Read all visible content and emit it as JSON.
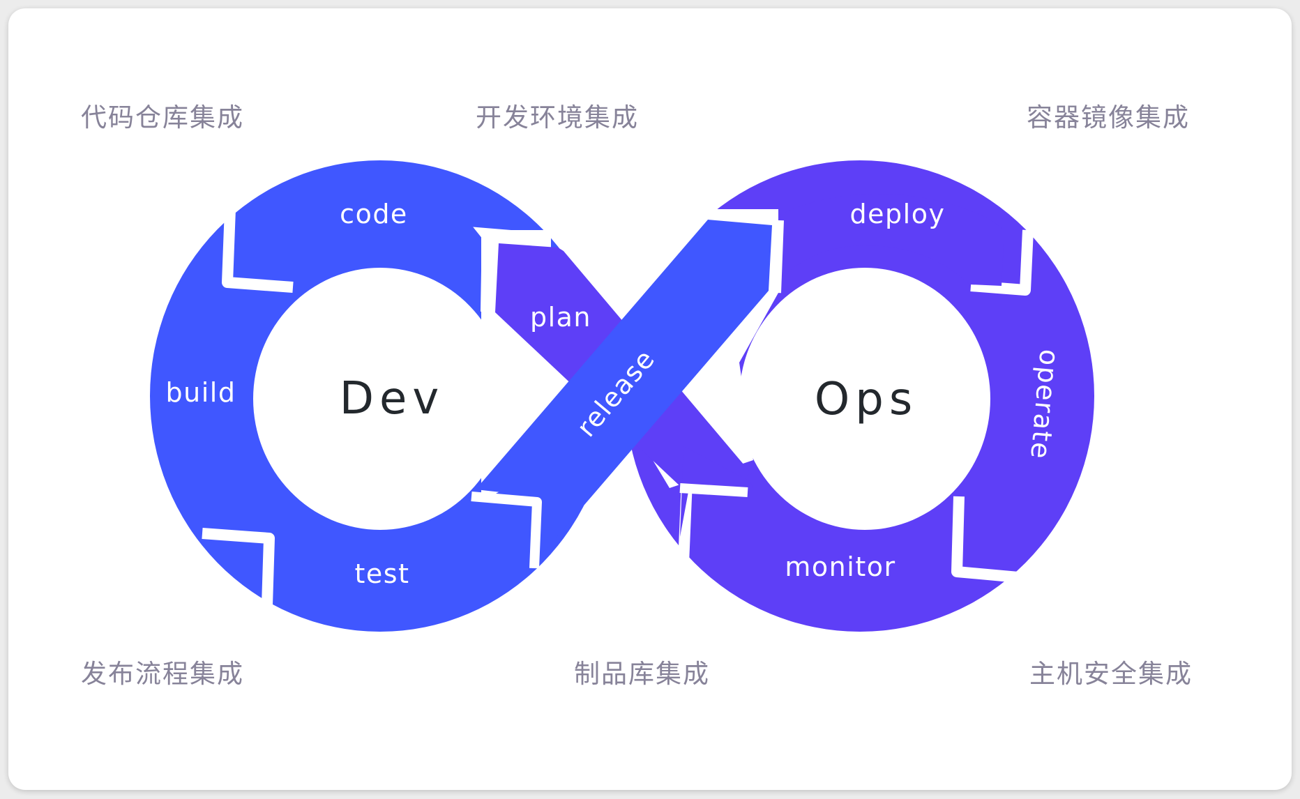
{
  "colors": {
    "dev_blue": "#4057ff",
    "ops_purple": "#5e3ff7",
    "label_gray": "#878399",
    "center_text": "#23282d"
  },
  "diagram": {
    "title_dev": "Dev",
    "title_ops": "Ops",
    "dev_segments": [
      "code",
      "build",
      "test"
    ],
    "cross_segments": [
      "plan",
      "release"
    ],
    "ops_segments": [
      "deploy",
      "operate",
      "monitor"
    ]
  },
  "integrations": {
    "top_left": "代码仓库集成",
    "top_center": "开发环境集成",
    "top_right": "容器镜像集成",
    "bottom_left": "发布流程集成",
    "bottom_center": "制品库集成",
    "bottom_right": "主机安全集成"
  }
}
